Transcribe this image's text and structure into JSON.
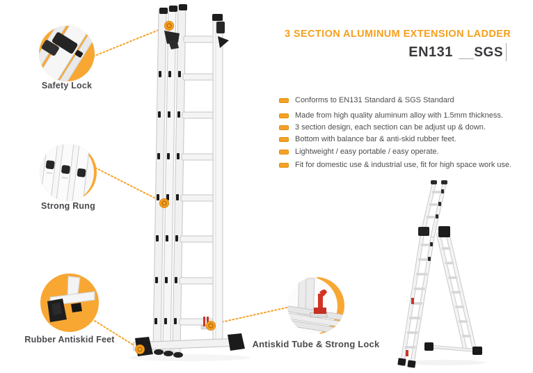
{
  "title": "3 SECTION ALUMINUM EXTENSION LADDER",
  "badges": {
    "en131": "EN131",
    "sgs": "SGS"
  },
  "features": [
    "Conforms to EN131 Standard & SGS Standard",
    "Made from high quality aluminum alloy with 1.5mm thickness.",
    "3 section design, each section can be adjust up & down.",
    "Bottom with balance bar & anti-skid rubber feet.",
    "Lightweight / easy portable / easy operate.",
    "Fit for domestic use & industrial use, fit for high space work use."
  ],
  "callouts": [
    {
      "id": "safety-lock",
      "label": "Safety Lock"
    },
    {
      "id": "strong-rung",
      "label": "Strong Rung"
    },
    {
      "id": "rubber-antiskid-feet",
      "label": "Rubber Antiskid Feet"
    },
    {
      "id": "antiskid-tube-strong-lock",
      "label": "Antiskid Tube & Strong Lock"
    }
  ],
  "colors": {
    "accent_orange": "#F7A125",
    "callout_orange": "#F8A733",
    "dark_text": "#39393d",
    "body_text": "#4c4c4c",
    "lock_red": "#CC3428"
  }
}
